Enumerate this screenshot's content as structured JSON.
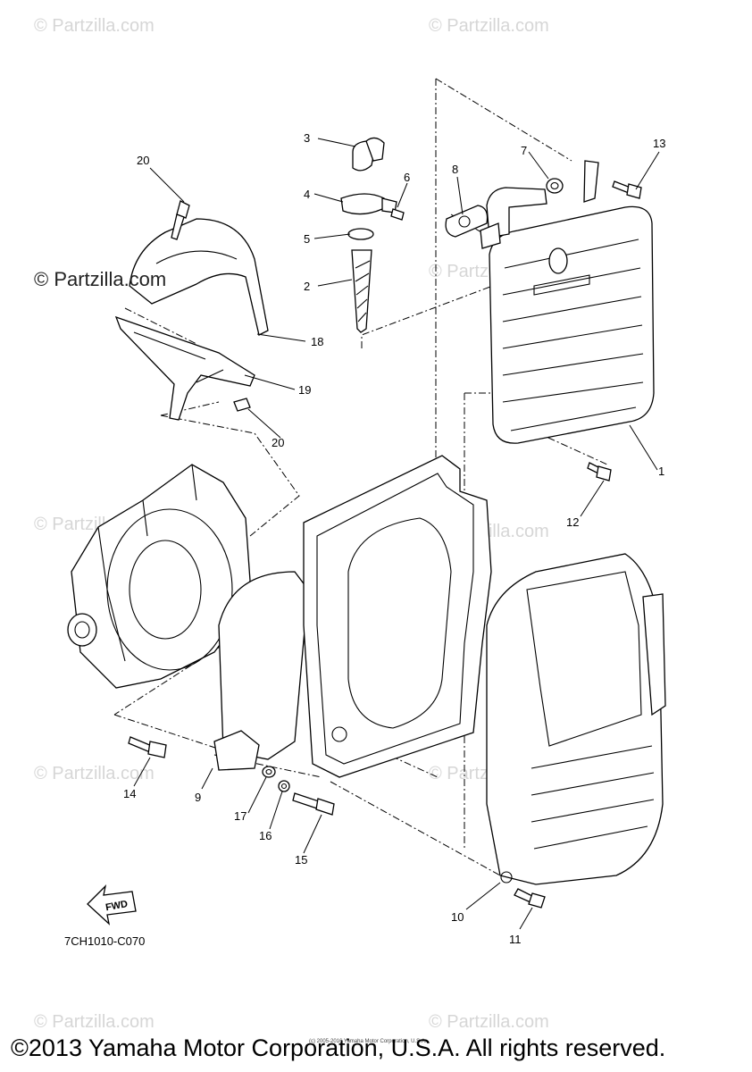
{
  "watermarks": {
    "corner": "© Partzilla.com",
    "faint": "© Partzilla.com"
  },
  "diagram_code": "7CH1010-C070",
  "fwd_label": "FWD",
  "callouts": [
    {
      "id": "p1",
      "label": "1"
    },
    {
      "id": "p2",
      "label": "2"
    },
    {
      "id": "p3",
      "label": "3"
    },
    {
      "id": "p4",
      "label": "4"
    },
    {
      "id": "p5",
      "label": "5"
    },
    {
      "id": "p6",
      "label": "6"
    },
    {
      "id": "p7",
      "label": "7"
    },
    {
      "id": "p8",
      "label": "8"
    },
    {
      "id": "p9",
      "label": "9"
    },
    {
      "id": "p10",
      "label": "10"
    },
    {
      "id": "p11",
      "label": "11"
    },
    {
      "id": "p12",
      "label": "12"
    },
    {
      "id": "p13",
      "label": "13"
    },
    {
      "id": "p14",
      "label": "14"
    },
    {
      "id": "p15",
      "label": "15"
    },
    {
      "id": "p16",
      "label": "16"
    },
    {
      "id": "p17",
      "label": "17"
    },
    {
      "id": "p18",
      "label": "18"
    },
    {
      "id": "p19",
      "label": "19"
    },
    {
      "id": "p20a",
      "label": "20"
    },
    {
      "id": "p20b",
      "label": "20"
    }
  ],
  "fine_print": "(c) 2005-2016 Yamaha Motor Corporation, U.S.A.",
  "copyright": "©2013 Yamaha Motor Corporation, U.S.A. All rights reserved."
}
